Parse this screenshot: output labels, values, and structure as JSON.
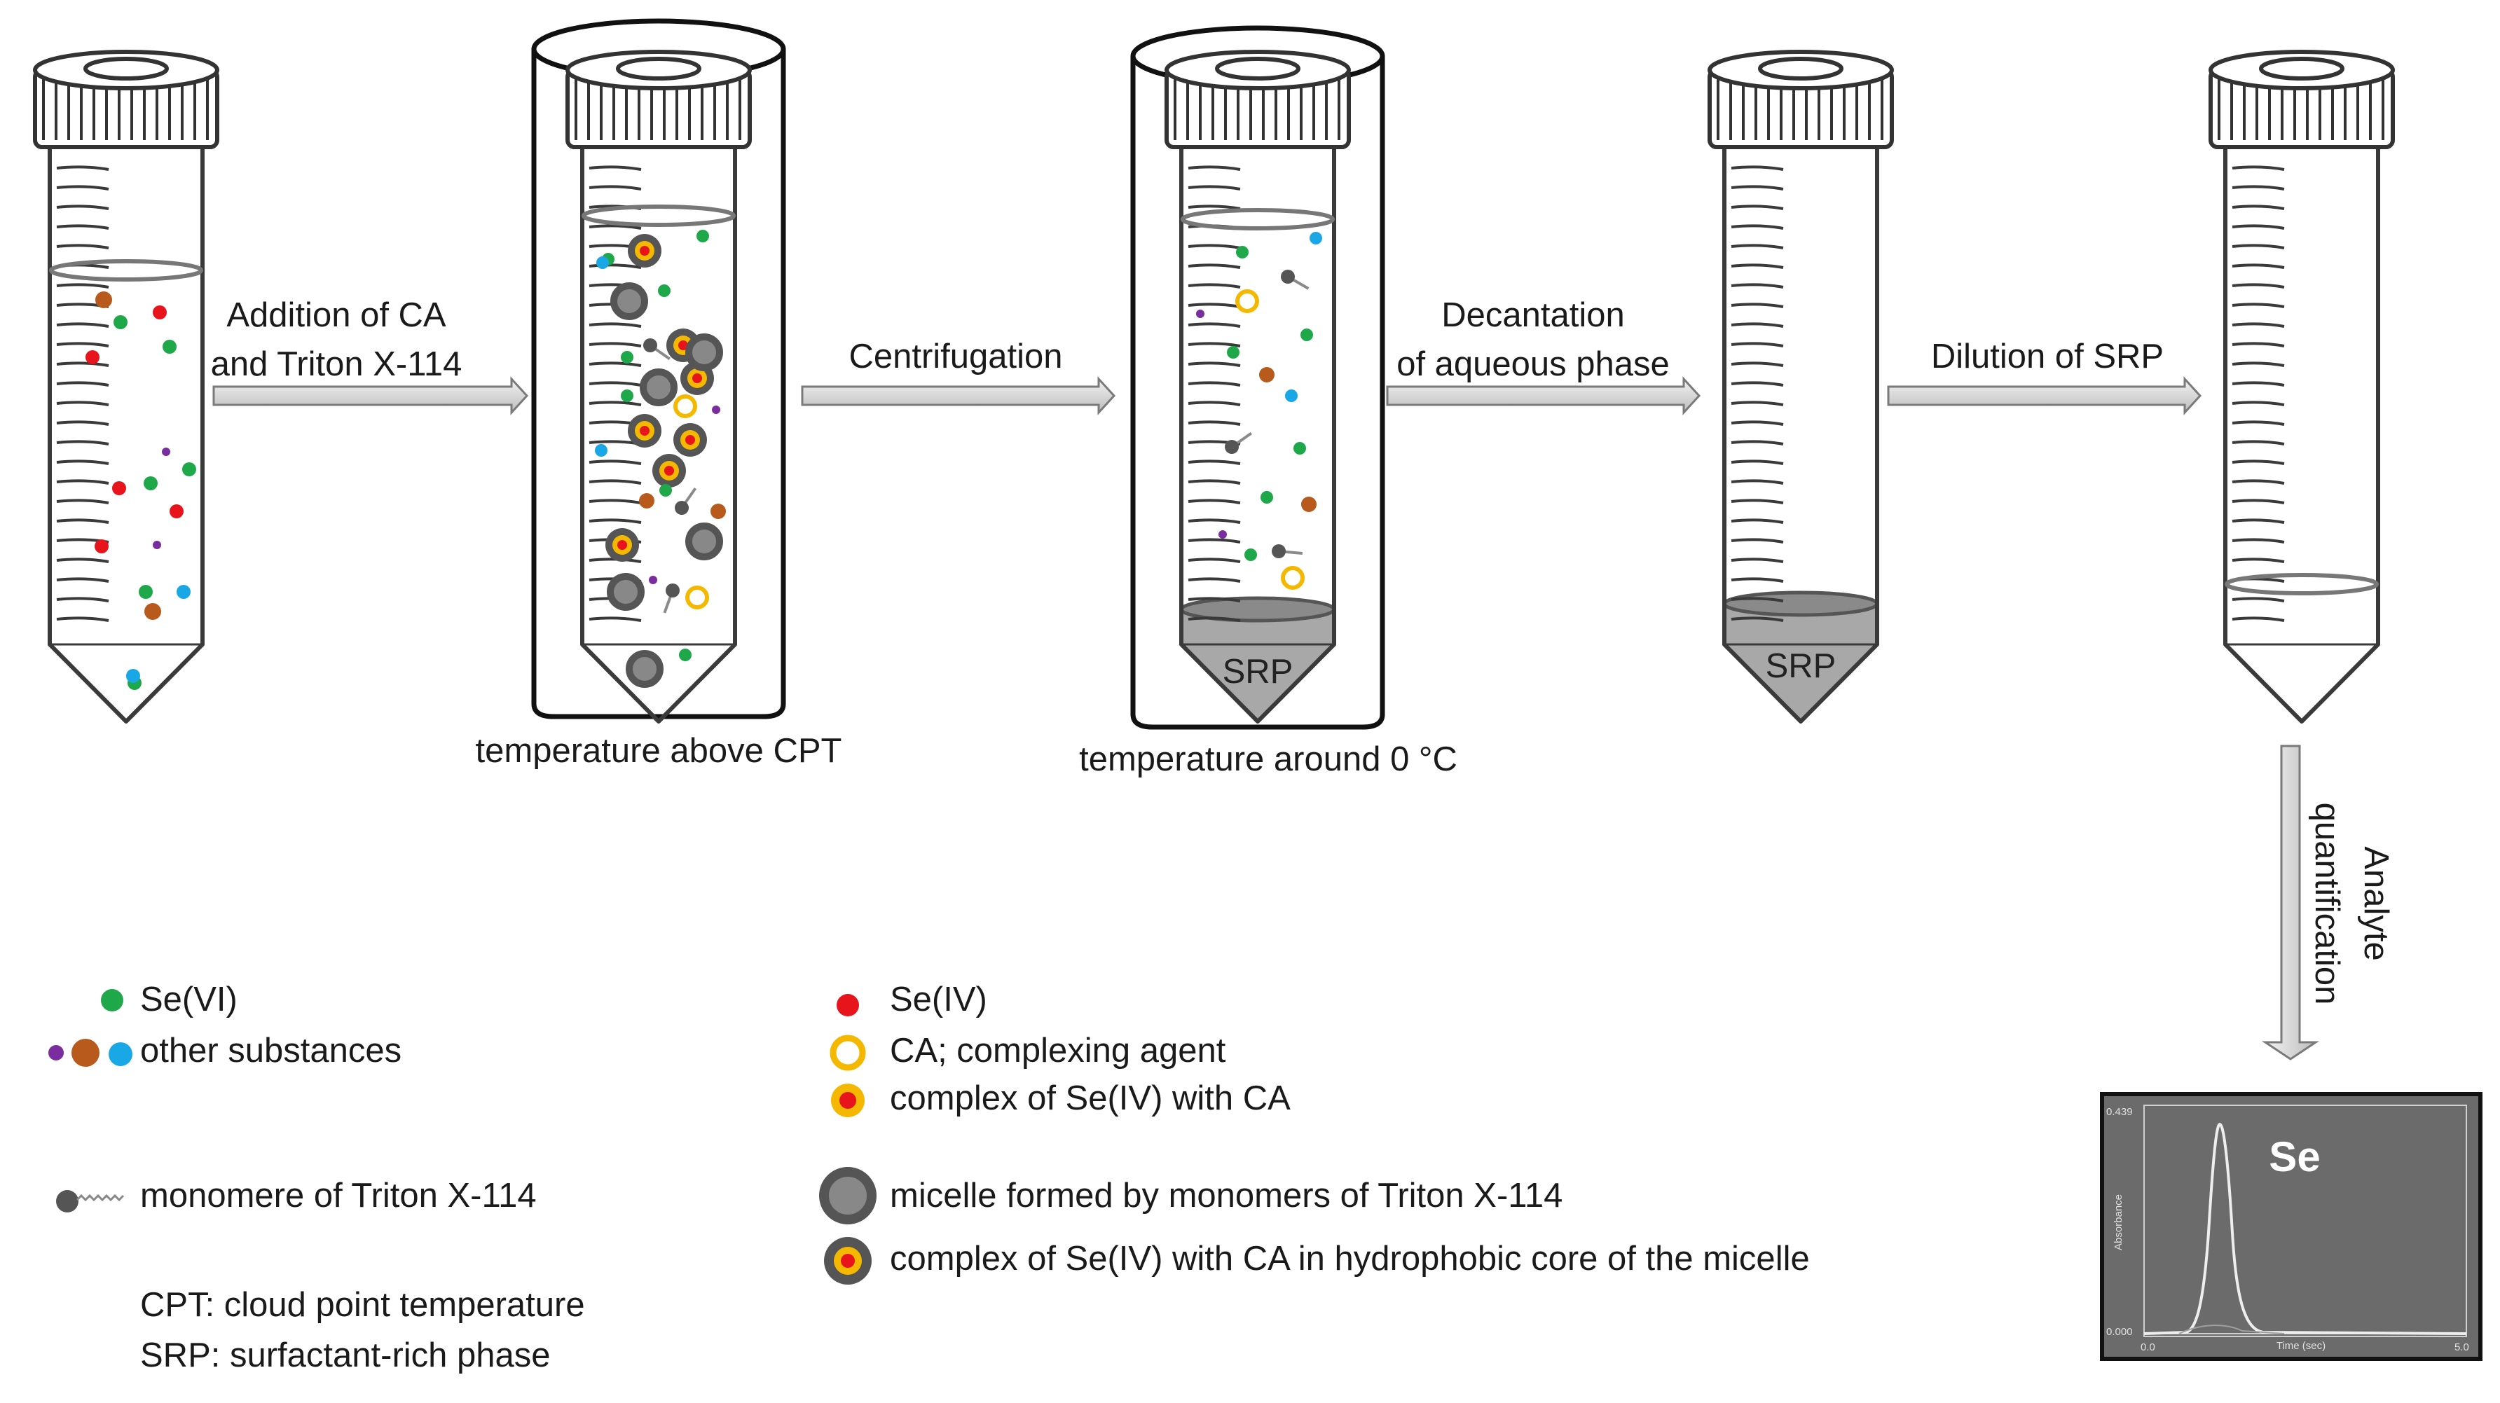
{
  "steps": [
    {
      "line1": "Addition of CA",
      "line2": "and Triton X-114"
    },
    {
      "line1": "Centrifugation",
      "line2": ""
    },
    {
      "line1": "Decantation",
      "line2": "of aqueous phase"
    },
    {
      "line1": "Dilution of SRP",
      "line2": ""
    }
  ],
  "conditions": {
    "tube2": "temperature above CPT",
    "tube3": "temperature around 0 °C"
  },
  "srp_label": "SRP",
  "quantification": {
    "line1": "Analyte",
    "line2": "quantification"
  },
  "result_chart": {
    "analyte": "Se",
    "y_top": "0.439",
    "y_bottom": "0.000",
    "x_left": "0.0",
    "x_right": "5.0",
    "y_axis_label": "Absorbance",
    "x_axis_label": "Time (sec)"
  },
  "legend": {
    "se_vi": "Se(VI)",
    "other": "other substances",
    "monomer": "monomere of Triton X-114",
    "se_iv": "Se(IV)",
    "ca": "CA; complexing agent",
    "complex": "complex of Se(IV) with CA",
    "micelle": "micelle formed by monomers of Triton X-114",
    "micelle_complex": "complex of Se(IV) with CA in hydrophobic core of the micelle",
    "cpt": "CPT: cloud point temperature",
    "srp": "SRP: surfactant-rich phase"
  },
  "colors": {
    "se_vi": "#1fa84a",
    "se_iv": "#e8141c",
    "purple": "#7a2d9e",
    "orange": "#b85a1c",
    "cyan": "#1aa7e6",
    "ca": "#f5b800",
    "micelle": "#888888",
    "micelle_ring": "#555555",
    "screen": "#6b6b6b"
  }
}
